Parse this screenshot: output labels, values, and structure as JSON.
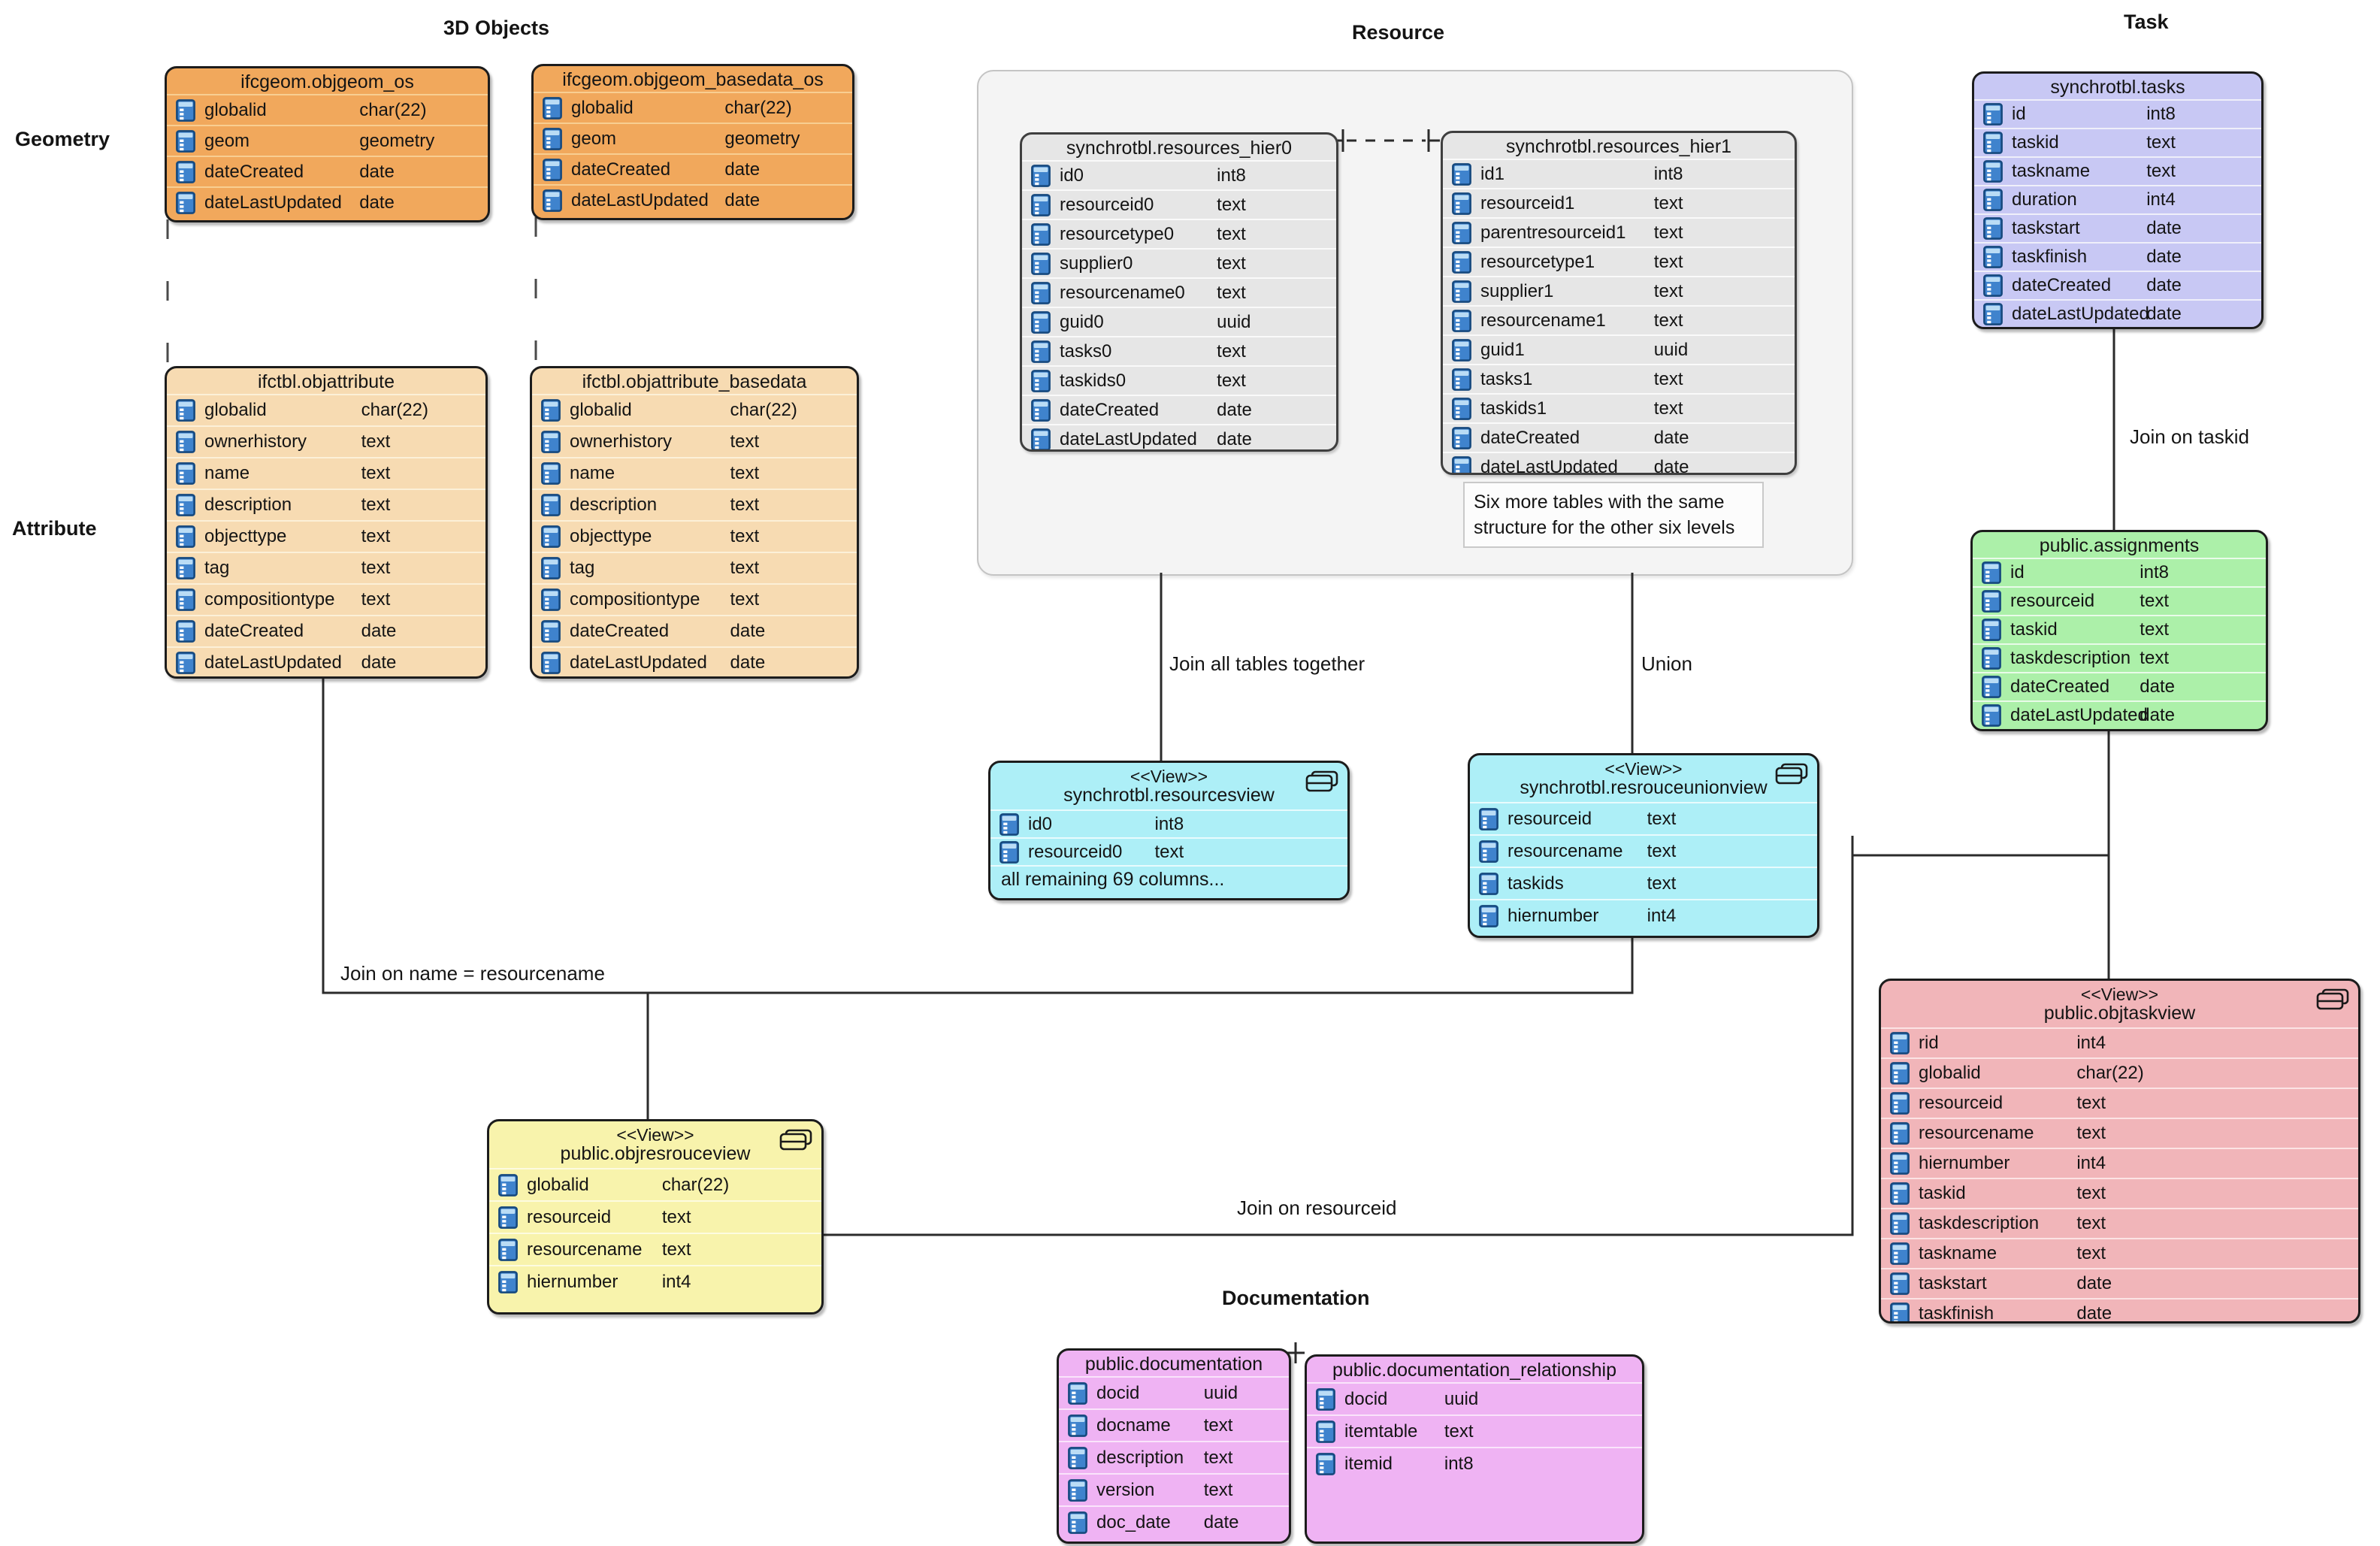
{
  "sections": {
    "objects3d": "3D Objects",
    "resource": "Resource",
    "task": "Task",
    "geometry": "Geometry",
    "attribute": "Attribute",
    "documentation": "Documentation"
  },
  "edge_labels": {
    "join_all": "Join all tables together",
    "union": "Union",
    "join_taskid": "Join on taskid",
    "join_name": "Join on name = resourcename",
    "join_resourceid": "Join on resourceid"
  },
  "note": {
    "line1": "Six more tables with the same",
    "line2": "structure for the other six levels"
  },
  "icons": {
    "column": "column-icon",
    "view": "view-stack-icon"
  },
  "themes": {
    "orange": {
      "fill": "#F1A85C",
      "sep": "#F8CE92",
      "border": "#1c1c1c"
    },
    "peach": {
      "fill": "#F7DBB2",
      "sep": "#FCF0D8",
      "border": "#1c1c1c"
    },
    "gray": {
      "fill": "#E6E6E6",
      "sep": "#FAFAFA",
      "border": "#3f3f3f"
    },
    "lavender": {
      "fill": "#C8C8F4",
      "sep": "#EFEFFA",
      "border": "#1c1c1c"
    },
    "green": {
      "fill": "#ACF0A9",
      "sep": "#E9FBE9",
      "border": "#1c1c1c"
    },
    "cyan": {
      "fill": "#ADEFF7",
      "sep": "#E8FBFD",
      "border": "#1c1c1c"
    },
    "yellow": {
      "fill": "#F8F3AC",
      "sep": "#FDFBE0",
      "border": "#1c1c1c"
    },
    "pink": {
      "fill": "#F1B5B9",
      "sep": "#FBE3E4",
      "border": "#1c1c1c"
    },
    "magenta": {
      "fill": "#EFB3F3",
      "sep": "#FAE4FB",
      "border": "#1c1c1c"
    }
  },
  "entities": [
    {
      "key": "objgeom_os",
      "name": "ifcgeom.objgeom_os",
      "theme": "orange",
      "columns": [
        {
          "name": "globalid",
          "type": "char(22)"
        },
        {
          "name": "geom",
          "type": "geometry"
        },
        {
          "name": "dateCreated",
          "type": "date"
        },
        {
          "name": "dateLastUpdated",
          "type": "date"
        }
      ]
    },
    {
      "key": "objgeom_basedata_os",
      "name": "ifcgeom.objgeom_basedata_os",
      "theme": "orange",
      "columns": [
        {
          "name": "globalid",
          "type": "char(22)"
        },
        {
          "name": "geom",
          "type": "geometry"
        },
        {
          "name": "dateCreated",
          "type": "date"
        },
        {
          "name": "dateLastUpdated",
          "type": "date"
        }
      ]
    },
    {
      "key": "objattribute",
      "name": "ifctbl.objattribute",
      "theme": "peach",
      "columns": [
        {
          "name": "globalid",
          "type": "char(22)"
        },
        {
          "name": "ownerhistory",
          "type": "text"
        },
        {
          "name": "name",
          "type": "text"
        },
        {
          "name": "description",
          "type": "text"
        },
        {
          "name": "objecttype",
          "type": "text"
        },
        {
          "name": "tag",
          "type": "text"
        },
        {
          "name": "compositiontype",
          "type": "text"
        },
        {
          "name": "dateCreated",
          "type": "date"
        },
        {
          "name": "dateLastUpdated",
          "type": "date"
        }
      ]
    },
    {
      "key": "objattribute_basedata",
      "name": "ifctbl.objattribute_basedata",
      "theme": "peach",
      "columns": [
        {
          "name": "globalid",
          "type": "char(22)"
        },
        {
          "name": "ownerhistory",
          "type": "text"
        },
        {
          "name": "name",
          "type": "text"
        },
        {
          "name": "description",
          "type": "text"
        },
        {
          "name": "objecttype",
          "type": "text"
        },
        {
          "name": "tag",
          "type": "text"
        },
        {
          "name": "compositiontype",
          "type": "text"
        },
        {
          "name": "dateCreated",
          "type": "date"
        },
        {
          "name": "dateLastUpdated",
          "type": "date"
        }
      ]
    },
    {
      "key": "resources_hier0",
      "name": "synchrotbl.resources_hier0",
      "theme": "gray",
      "columns": [
        {
          "name": "id0",
          "type": "int8"
        },
        {
          "name": "resourceid0",
          "type": "text"
        },
        {
          "name": "resourcetype0",
          "type": "text"
        },
        {
          "name": "supplier0",
          "type": "text"
        },
        {
          "name": "resourcename0",
          "type": "text"
        },
        {
          "name": "guid0",
          "type": "uuid"
        },
        {
          "name": "tasks0",
          "type": "text"
        },
        {
          "name": "taskids0",
          "type": "text"
        },
        {
          "name": "dateCreated",
          "type": "date"
        },
        {
          "name": "dateLastUpdated",
          "type": "date"
        }
      ]
    },
    {
      "key": "resources_hier1",
      "name": "synchrotbl.resources_hier1",
      "theme": "gray",
      "columns": [
        {
          "name": "id1",
          "type": "int8"
        },
        {
          "name": "resourceid1",
          "type": "text"
        },
        {
          "name": "parentresourceid1",
          "type": "text"
        },
        {
          "name": "resourcetype1",
          "type": "text"
        },
        {
          "name": "supplier1",
          "type": "text"
        },
        {
          "name": "resourcename1",
          "type": "text"
        },
        {
          "name": "guid1",
          "type": "uuid"
        },
        {
          "name": "tasks1",
          "type": "text"
        },
        {
          "name": "taskids1",
          "type": "text"
        },
        {
          "name": "dateCreated",
          "type": "date"
        },
        {
          "name": "dateLastUpdated",
          "type": "date"
        }
      ]
    },
    {
      "key": "tasks",
      "name": "synchrotbl.tasks",
      "theme": "lavender",
      "columns": [
        {
          "name": "id",
          "type": "int8"
        },
        {
          "name": "taskid",
          "type": "text"
        },
        {
          "name": "taskname",
          "type": "text"
        },
        {
          "name": "duration",
          "type": "int4"
        },
        {
          "name": "taskstart",
          "type": "date"
        },
        {
          "name": "taskfinish",
          "type": "date"
        },
        {
          "name": "dateCreated",
          "type": "date"
        },
        {
          "name": "dateLastUpdated",
          "type": "date"
        }
      ]
    },
    {
      "key": "assignments",
      "name": "public.assignments",
      "theme": "green",
      "columns": [
        {
          "name": "id",
          "type": "int8"
        },
        {
          "name": "resourceid",
          "type": "text"
        },
        {
          "name": "taskid",
          "type": "text"
        },
        {
          "name": "taskdescription",
          "type": "text"
        },
        {
          "name": "dateCreated",
          "type": "date"
        },
        {
          "name": "dateLastUpdated",
          "type": "date"
        }
      ]
    },
    {
      "key": "resourcesview",
      "name": "synchrotbl.resourcesview",
      "stereotype": "<<View>>",
      "theme": "cyan",
      "columns": [
        {
          "name": "id0",
          "type": "int8"
        },
        {
          "name": "resourceid0",
          "type": "text"
        }
      ],
      "extra": "all remaining 69 columns..."
    },
    {
      "key": "resrouceunionview",
      "name": "synchrotbl.resrouceunionview",
      "stereotype": "<<View>>",
      "theme": "cyan",
      "columns": [
        {
          "name": "resourceid",
          "type": "text"
        },
        {
          "name": "resourcename",
          "type": "text"
        },
        {
          "name": "taskids",
          "type": "text"
        },
        {
          "name": "hiernumber",
          "type": "int4"
        }
      ]
    },
    {
      "key": "objresrouceview",
      "name": "public.objresrouceview",
      "stereotype": "<<View>>",
      "theme": "yellow",
      "columns": [
        {
          "name": "globalid",
          "type": "char(22)"
        },
        {
          "name": "resourceid",
          "type": "text"
        },
        {
          "name": "resourcename",
          "type": "text"
        },
        {
          "name": "hiernumber",
          "type": "int4"
        }
      ]
    },
    {
      "key": "objtaskview",
      "name": "public.objtaskview",
      "stereotype": "<<View>>",
      "theme": "pink",
      "columns": [
        {
          "name": "rid",
          "type": "int4"
        },
        {
          "name": "globalid",
          "type": "char(22)"
        },
        {
          "name": "resourceid",
          "type": "text"
        },
        {
          "name": "resourcename",
          "type": "text"
        },
        {
          "name": "hiernumber",
          "type": "int4"
        },
        {
          "name": "taskid",
          "type": "text"
        },
        {
          "name": "taskdescription",
          "type": "text"
        },
        {
          "name": "taskname",
          "type": "text"
        },
        {
          "name": "taskstart",
          "type": "date"
        },
        {
          "name": "taskfinish",
          "type": "date"
        }
      ]
    },
    {
      "key": "documentation",
      "name": "public.documentation",
      "theme": "magenta",
      "columns": [
        {
          "name": "docid",
          "type": "uuid"
        },
        {
          "name": "docname",
          "type": "text"
        },
        {
          "name": "description",
          "type": "text"
        },
        {
          "name": "version",
          "type": "text"
        },
        {
          "name": "doc_date",
          "type": "date"
        }
      ]
    },
    {
      "key": "documentation_relationship",
      "name": "public.documentation_relationship",
      "theme": "magenta",
      "columns": [
        {
          "name": "docid",
          "type": "uuid"
        },
        {
          "name": "itemtable",
          "type": "text"
        },
        {
          "name": "itemid",
          "type": "int8"
        }
      ]
    }
  ]
}
